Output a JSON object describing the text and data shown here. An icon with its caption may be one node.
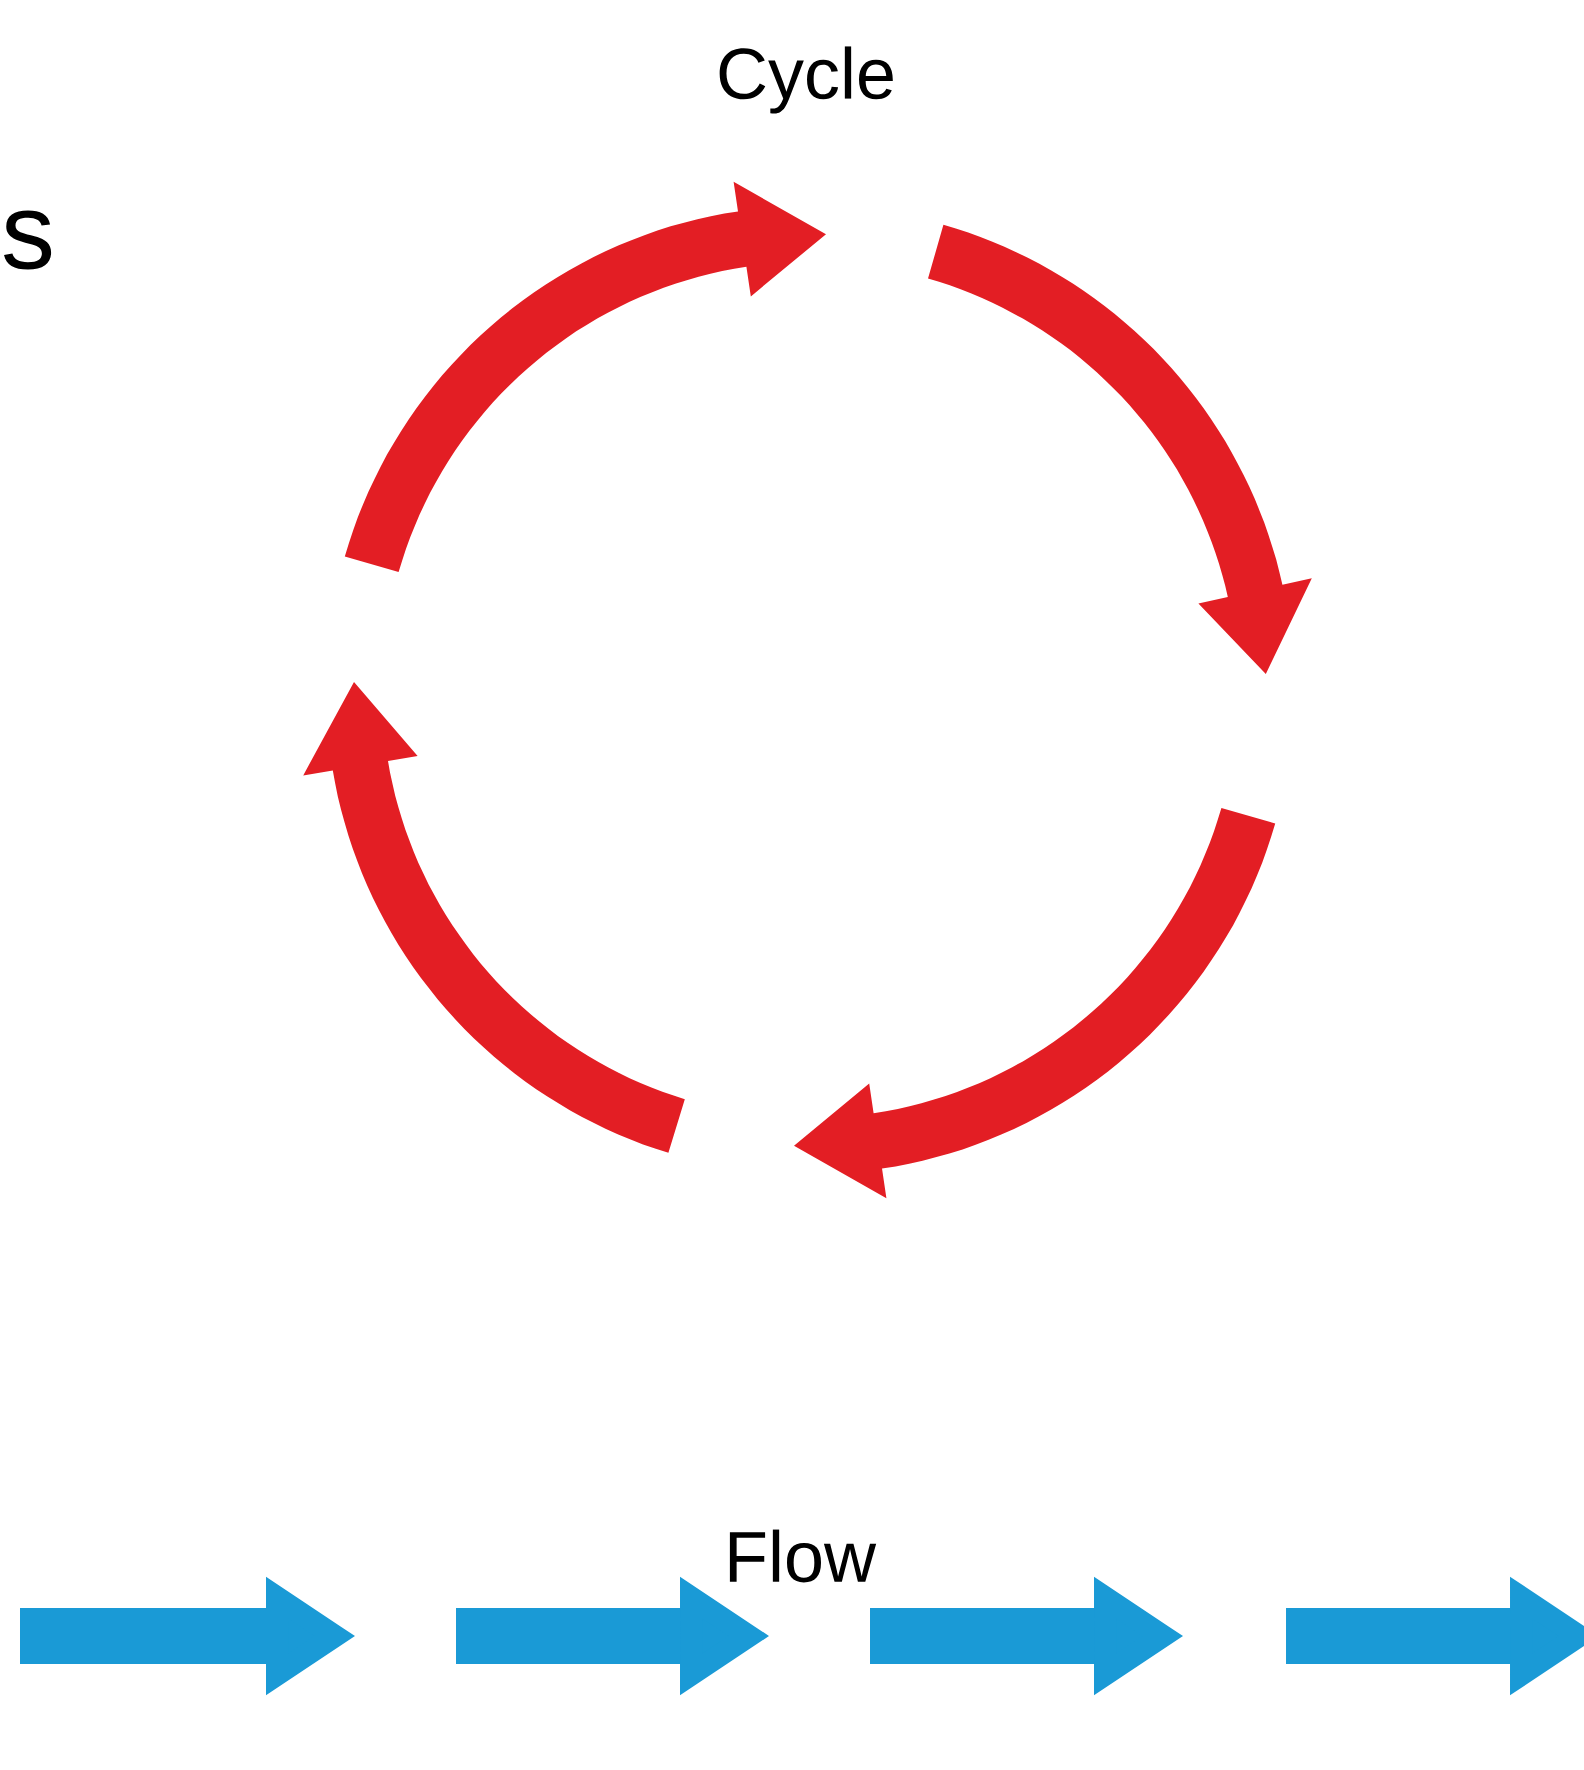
{
  "diagram": {
    "labels": [
      "s",
      "Cycle",
      "Flow"
    ]
  }
}
